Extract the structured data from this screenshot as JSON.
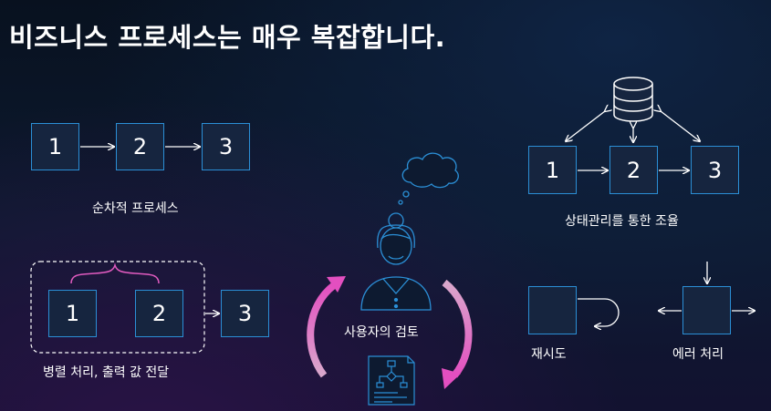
{
  "title": "비즈니스 프로세스는 매우 복잡합니다.",
  "sequential": {
    "steps": [
      "1",
      "2",
      "3"
    ],
    "caption": "순차적 프로세스"
  },
  "parallel": {
    "steps": [
      "1",
      "2",
      "3"
    ],
    "caption": "병렬 처리, 출력 값 전달"
  },
  "human_review": {
    "caption": "사용자의 검토"
  },
  "state_management": {
    "steps": [
      "1",
      "2",
      "3"
    ],
    "caption": "상태관리를 통한 조율"
  },
  "retry": {
    "caption": "재시도"
  },
  "error_handling": {
    "caption": "에러 처리"
  },
  "colors": {
    "box_border": "#2b8fd6",
    "box_fill": "#16253f",
    "accent_pink": "#e05bbf",
    "accent_light_pink": "#d9a8cc"
  },
  "icons": [
    "database-icon",
    "thought-cloud-icon",
    "person-icon",
    "flowchart-document-icon"
  ]
}
